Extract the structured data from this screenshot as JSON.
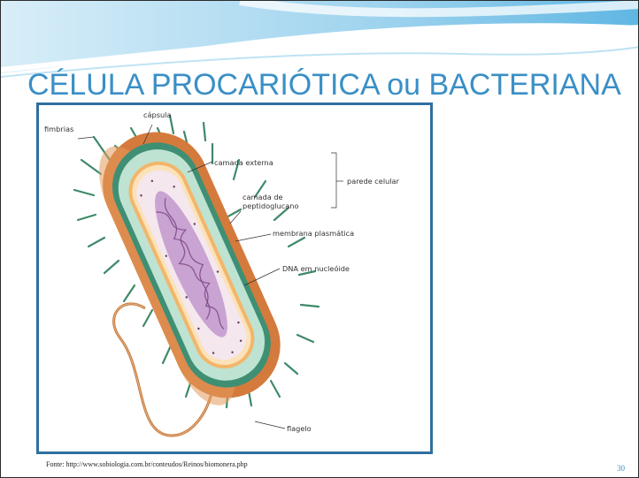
{
  "slide": {
    "title": "CÉLULA PROCARIÓTICA ou BACTERIANA",
    "source": "Fonte: http://www.sobiologia.com.br/conteudos/Reinos/biomonera.php",
    "page_number": "30"
  },
  "diagram": {
    "labels": {
      "fimbrias": "fimbrias",
      "capsula": "cápsula",
      "camada_externa": "camada externa",
      "parede_celular": "parede celular",
      "camada_peptidoglucano_1": "camada de",
      "camada_peptidoglucano_2": "peptidoglucano",
      "membrana_plasmatica": "membrana plasmática",
      "dna_nucleoide": "DNA em nucleóide",
      "flagelo": "flagelo"
    }
  },
  "colors": {
    "title": "#3a8fc6",
    "frame": "#2f6fa0",
    "capsule": "#d47a3c",
    "outer_layer": "#3f8f74",
    "peptidoglycan": "#bfe3d2",
    "membrane": "#f2b66b",
    "cytoplasm": "#f4e7ee",
    "nucleoid": "#c9a3d2"
  }
}
